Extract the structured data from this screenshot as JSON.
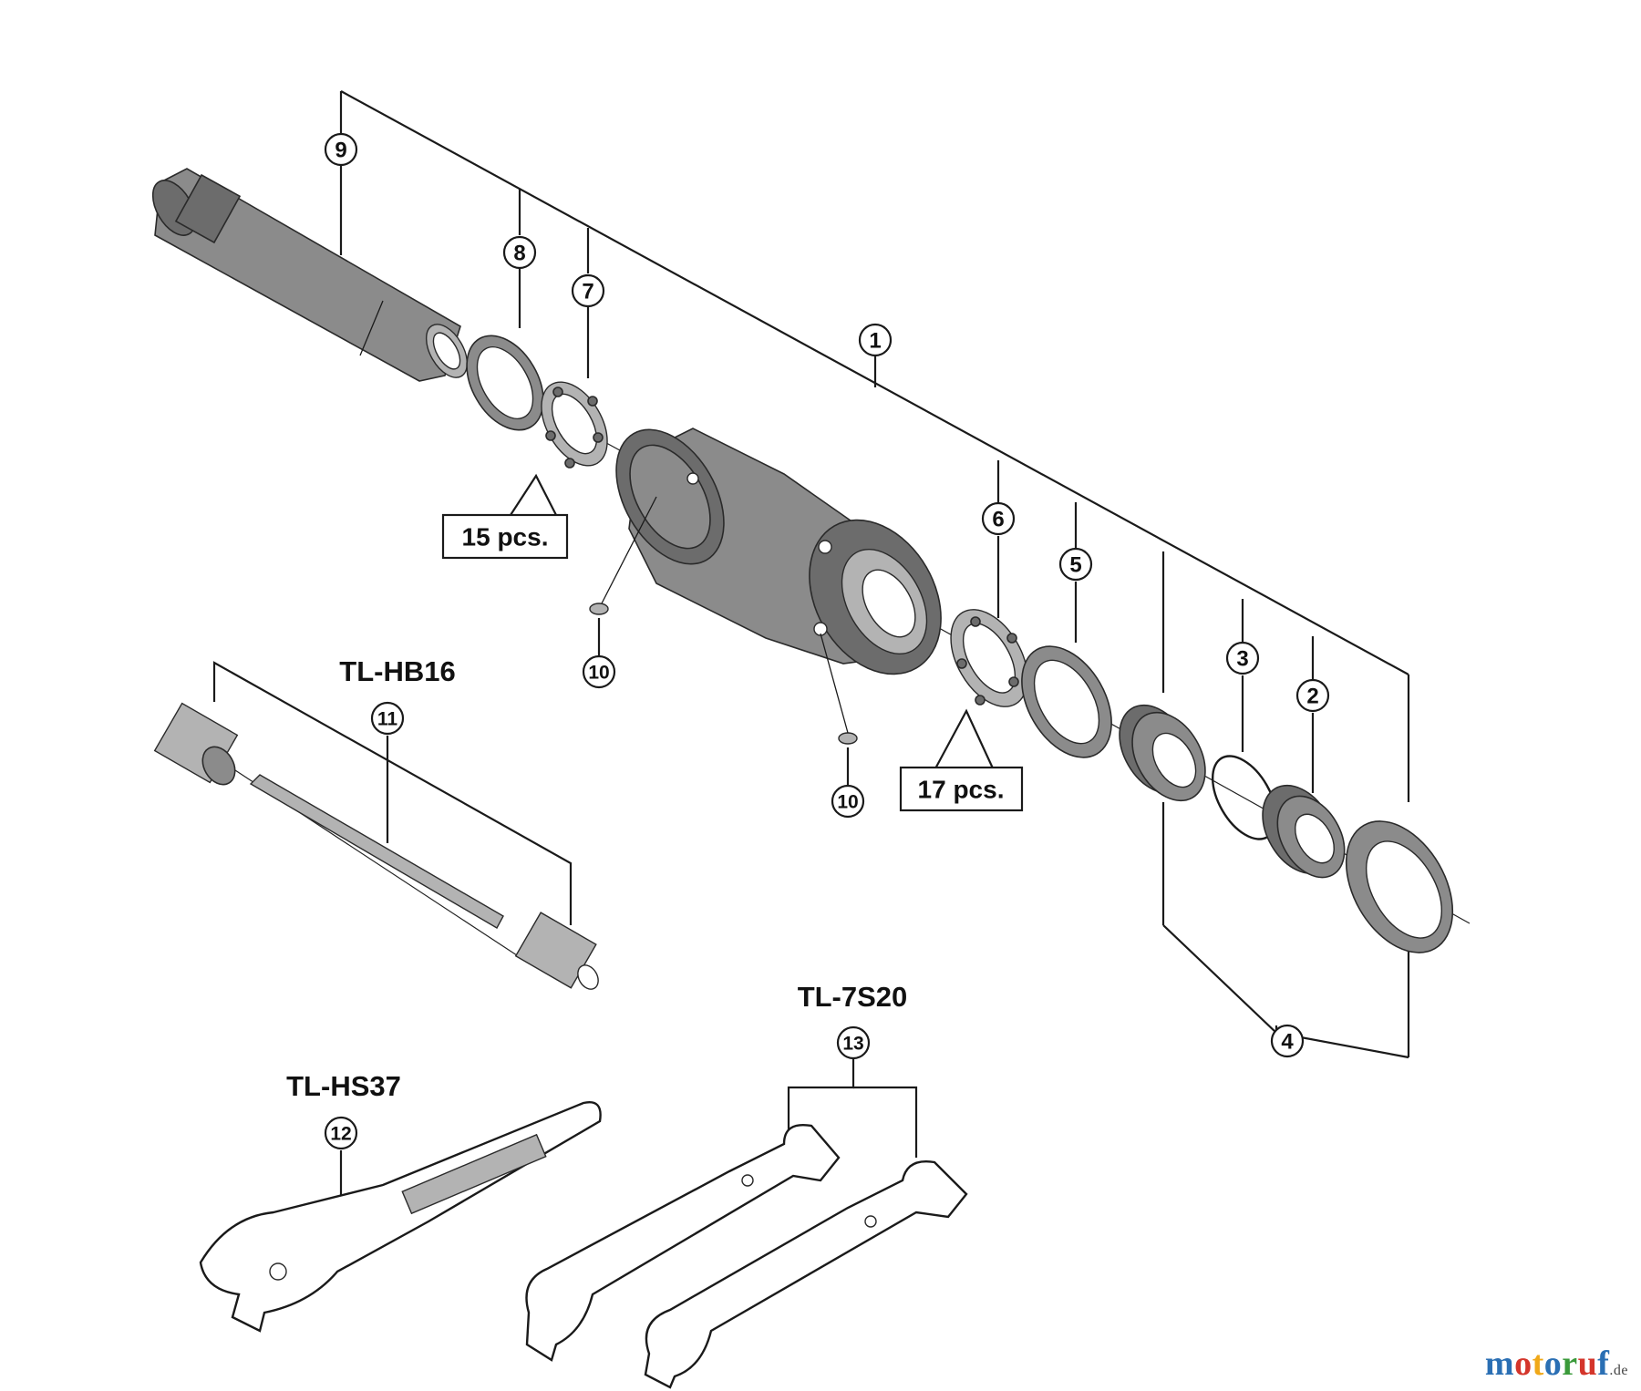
{
  "callouts": {
    "c1": "1",
    "c2": "2",
    "c3": "3",
    "c4": "4",
    "c5": "5",
    "c6": "6",
    "c7": "7",
    "c8": "8",
    "c9": "9",
    "c10a": "10",
    "c10b": "10",
    "c11": "11",
    "c12": "12",
    "c13": "13"
  },
  "tools": {
    "hb16": "TL-HB16",
    "hs37": "TL-HS37",
    "s20": "TL-7S20"
  },
  "quantities": {
    "left_bearing": "15 pcs.",
    "right_bearing": "17 pcs."
  },
  "watermark": {
    "name_letters": [
      "m",
      "o",
      "t",
      "o",
      "r",
      "u",
      "f"
    ],
    "letter_colors": [
      "#2a6fb4",
      "#d4352b",
      "#f0a818",
      "#2a6fb4",
      "#3a9a3a",
      "#d4352b",
      "#2a6fb4"
    ],
    "tld": ".de"
  },
  "colors": {
    "part_fill": "#8b8b8b",
    "line": "#1a1a1a",
    "background": "#ffffff"
  }
}
